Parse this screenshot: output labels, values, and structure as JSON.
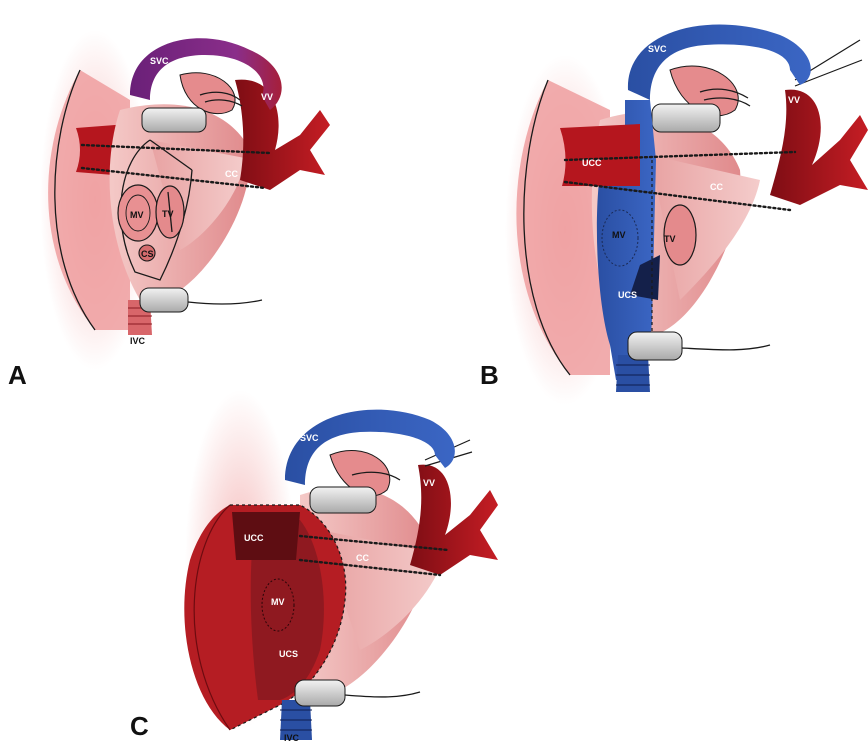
{
  "panels": [
    {
      "letter": "A",
      "labels": {
        "svc": "SVC",
        "vv": "VV",
        "cc": "CC",
        "mv": "MV",
        "tv": "TV",
        "cs": "CS",
        "ivc": "IVC"
      }
    },
    {
      "letter": "B",
      "labels": {
        "svc": "SVC",
        "vv": "VV",
        "ucc": "UCC",
        "cc": "CC",
        "mv": "MV",
        "tv": "TV",
        "ucs": "UCS"
      }
    },
    {
      "letter": "C",
      "labels": {
        "svc": "SVC",
        "vv": "VV",
        "ucc": "UCC",
        "cc": "CC",
        "mv": "MV",
        "ucs": "UCS",
        "ivc": "IVC"
      }
    }
  ],
  "colors": {
    "atrium_pink": "#e59a9a",
    "atrium_light": "#f3c4c2",
    "vessel_red": "#b5161e",
    "vessel_dark": "#7e0d14",
    "venous_blue": "#2f58b0",
    "svc_purple": "#7a2a86",
    "baffle_red": "#b01c22",
    "clamp_gray": "#d9d9d9"
  }
}
